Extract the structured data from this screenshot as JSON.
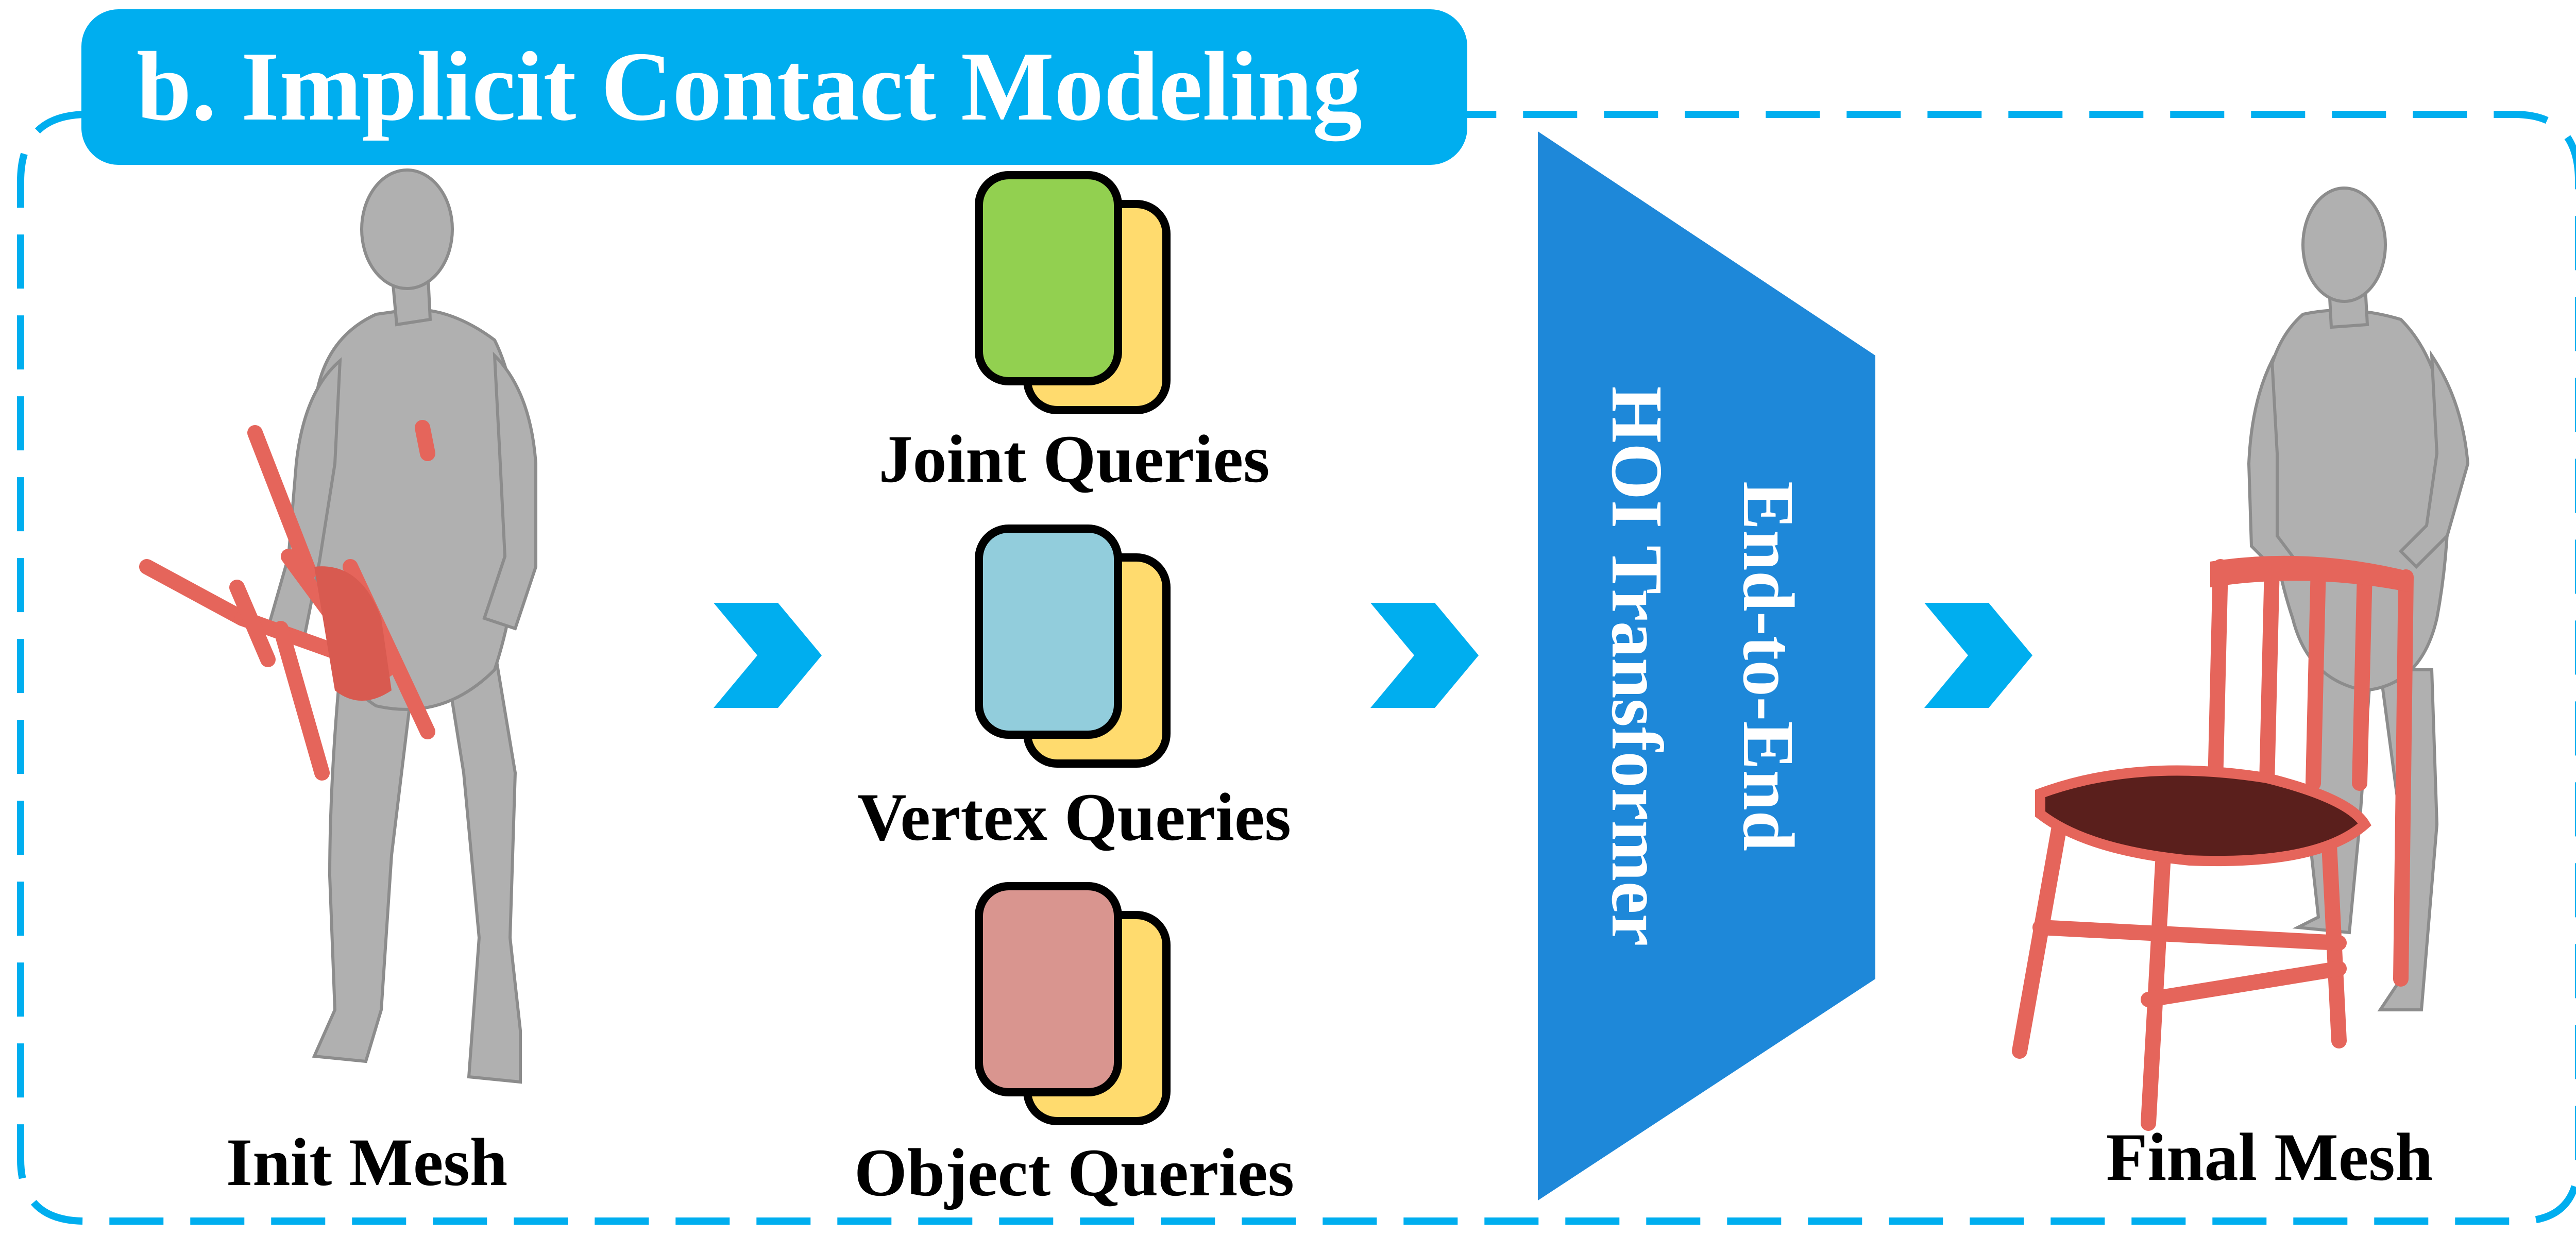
{
  "title": "b. Implicit Contact Modeling",
  "colors": {
    "accent_blue": "#00AEEF",
    "transformer_blue": "#1E88D9",
    "mesh_gray": "#B0B0B0",
    "mesh_gray_dark": "#8A8A8A",
    "object_red": "#E5655B",
    "object_red_dark": "#5A1F1C",
    "query_back": "#FFDB6E",
    "joint_query": "#92D050",
    "vertex_query": "#92CDDC",
    "object_query": "#D9958F",
    "text": "#000000",
    "white": "#FFFFFF"
  },
  "init_mesh": {
    "label": "Init Mesh",
    "icon": "human-with-chair-mesh"
  },
  "queries": [
    {
      "label": "Joint Queries",
      "icon": "stacked-query-card"
    },
    {
      "label": "Vertex Queries",
      "icon": "stacked-query-card"
    },
    {
      "label": "Object Queries",
      "icon": "stacked-query-card"
    }
  ],
  "transformer": {
    "line1": "End-to-End",
    "line2": "HOI Transformer"
  },
  "final_mesh": {
    "label": "Final Mesh",
    "icon": "human-holding-chair-mesh"
  },
  "arrow_icon": "chevron-right-icon"
}
